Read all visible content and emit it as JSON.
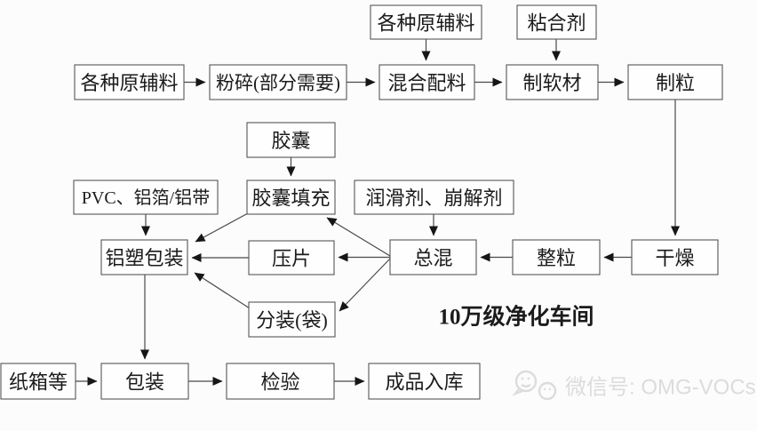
{
  "diagram": {
    "nodes": {
      "raw_top": "各种原辅料",
      "binder": "粘合剂",
      "raw_left": "各种原辅料",
      "crushing": "粉碎(部分需要)",
      "mixing": "混合配料",
      "soft_material": "制软材",
      "granulating": "制粒",
      "capsule": "胶囊",
      "pvc_foil": "PVC、铝箔/铝带",
      "capsule_filling": "胶囊填充",
      "lubricant": "润滑剂、崩解剂",
      "blister_pack": "铝塑包装",
      "tabletting": "压片",
      "final_mixing": "总混",
      "sizing": "整粒",
      "drying": "干燥",
      "bagging": "分装(袋)",
      "carton": "纸箱等",
      "packing": "包装",
      "inspection": "检验",
      "warehousing": "成品入库"
    },
    "labels": {
      "clean_room": "10万级净化车间",
      "watermark": "微信号: OMG-VOCs"
    },
    "colors": {
      "background": "#fcfcfc",
      "box_fill": "#fefefe",
      "box_border": "#565656",
      "connector": "#4a4a4a",
      "arrowhead": "#161616",
      "text": "#1b1b1b",
      "watermark": "#dcdcdc"
    }
  }
}
